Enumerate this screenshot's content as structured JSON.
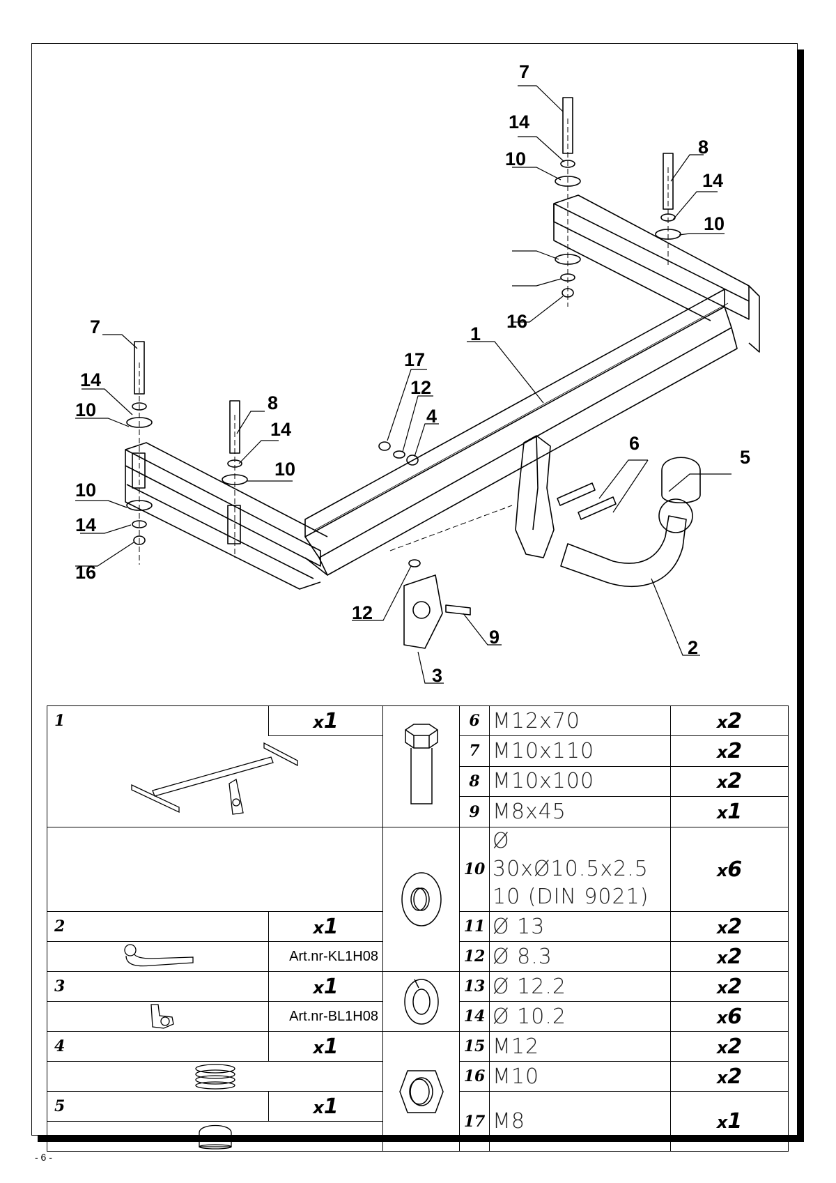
{
  "diagram": {
    "callouts": [
      "1",
      "2",
      "3",
      "4",
      "5",
      "6",
      "7",
      "7",
      "8",
      "8",
      "9",
      "10",
      "10",
      "10",
      "10",
      "10",
      "12",
      "12",
      "14",
      "14",
      "14",
      "14",
      "14",
      "16",
      "16",
      "17"
    ]
  },
  "parts_table": {
    "left": [
      {
        "num": "1",
        "qty_x": "x",
        "qty_n": "1",
        "art": ""
      },
      {
        "num": "2",
        "qty_x": "x",
        "qty_n": "1",
        "art": "Art.nr-KL1H08"
      },
      {
        "num": "3",
        "qty_x": "x",
        "qty_n": "1",
        "art": "Art.nr-BL1H08"
      },
      {
        "num": "4",
        "qty_x": "x",
        "qty_n": "1",
        "art": ""
      },
      {
        "num": "5",
        "qty_x": "x",
        "qty_n": "1",
        "art": ""
      }
    ],
    "right": [
      {
        "num": "6",
        "spec": "M12x70",
        "qty_x": "x",
        "qty_n": "2"
      },
      {
        "num": "7",
        "spec": "M10x110",
        "qty_x": "x",
        "qty_n": "2"
      },
      {
        "num": "8",
        "spec": "M10x100",
        "qty_x": "x",
        "qty_n": "2"
      },
      {
        "num": "9",
        "spec": "M8x45",
        "qty_x": "x",
        "qty_n": "1"
      },
      {
        "num": "10",
        "spec": "Ø 30xØ10.5x2.5",
        "spec2": "10   (DIN  9021)",
        "qty_x": "x",
        "qty_n": "6"
      },
      {
        "num": "11",
        "spec": "Ø 13",
        "qty_x": "x",
        "qty_n": "2"
      },
      {
        "num": "12",
        "spec": "Ø 8.3",
        "qty_x": "x",
        "qty_n": "2"
      },
      {
        "num": "13",
        "spec": "Ø 12.2",
        "qty_x": "x",
        "qty_n": "2"
      },
      {
        "num": "14",
        "spec": "Ø 10.2",
        "qty_x": "x",
        "qty_n": "6"
      },
      {
        "num": "15",
        "spec": "M12",
        "qty_x": "x",
        "qty_n": "2"
      },
      {
        "num": "16",
        "spec": "M10",
        "qty_x": "x",
        "qty_n": "2"
      },
      {
        "num": "17",
        "spec": "M8",
        "qty_x": "x",
        "qty_n": "1"
      }
    ]
  },
  "footer": {
    "page_number": "- 6 -"
  }
}
